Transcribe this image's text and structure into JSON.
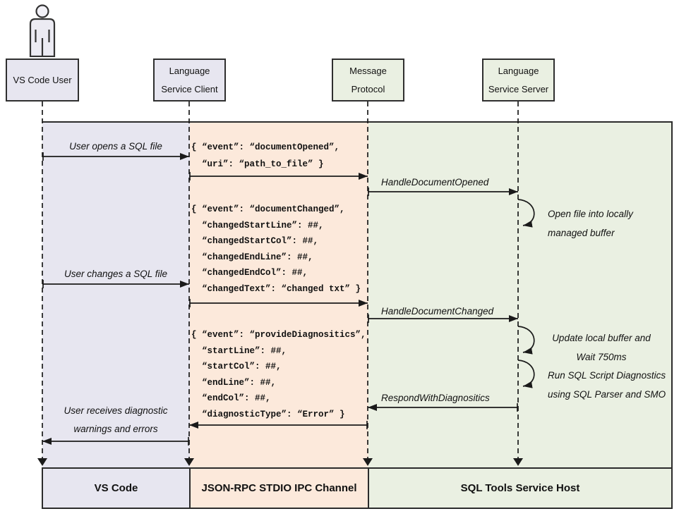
{
  "colors": {
    "lane_vscode": "#e7e6f0",
    "lane_ipc": "#fce9db",
    "lane_host": "#eaf0e2",
    "border": "#2b2b2b"
  },
  "headers": [
    {
      "lines": [
        "VS Code User"
      ]
    },
    {
      "lines": [
        "Language",
        "Service Client"
      ]
    },
    {
      "lines": [
        "Message",
        "Protocol"
      ]
    },
    {
      "lines": [
        "Language",
        "Service Server"
      ]
    }
  ],
  "messages": {
    "open_file": "User opens a SQL file",
    "handle_doc_opened": "HandleDocumentOpened",
    "change_file": "User changes a SQL file",
    "handle_doc_changed": "HandleDocumentChanged",
    "respond_with_diagnostics": "RespondWithDiagnositics",
    "user_receives": [
      "User receives diagnostic",
      "warnings and errors"
    ]
  },
  "notes": {
    "open_buffer": [
      "Open file into locally",
      "managed buffer"
    ],
    "update_buffer": [
      "Update local buffer and",
      "Wait 750ms"
    ],
    "run_diagnostics": [
      "Run SQL Script Diagnostics",
      "using SQL Parser and SMO"
    ]
  },
  "payloads": {
    "document_opened": [
      "{ “event”: “documentOpened”,",
      "  “uri”: “path_to_file” }"
    ],
    "document_changed": [
      "{ “event”: “documentChanged”,",
      "  “changedStartLine”: ##,",
      "  “changedStartCol”: ##,",
      "  “changedEndLine”: ##,",
      "  “changedEndCol”: ##,",
      "  “changedText”: “changed txt” }"
    ],
    "provide_diagnostics": [
      "{ “event”: “provideDiagnositics”,",
      "  “startLine”: ##,",
      "  “startCol”: ##,",
      "  “endLine”: ##,",
      "  “endCol”: ##,",
      "  “diagnosticType”: “Error” }"
    ]
  },
  "footer": [
    "VS Code",
    "JSON-RPC STDIO IPC Channel",
    "SQL Tools Service Host"
  ]
}
